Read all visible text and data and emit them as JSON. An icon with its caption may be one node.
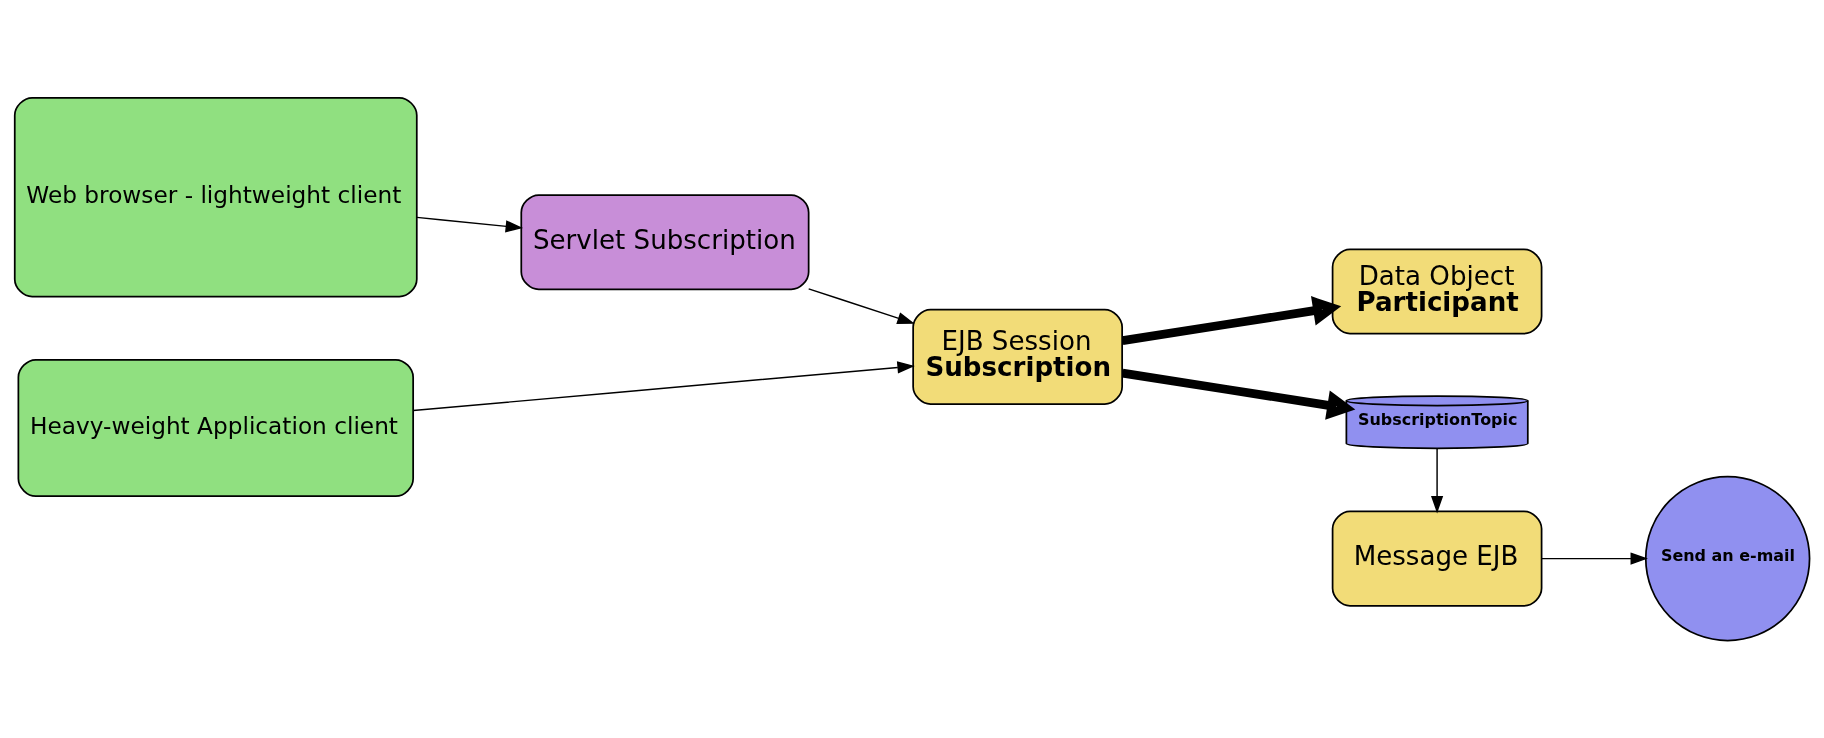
{
  "diagram": {
    "nodes": [
      {
        "text": [
          "Web browser - lightweight client"
        ]
      },
      {
        "text": [
          "Heavy-weight Application client"
        ]
      },
      {
        "text": [
          "Servlet Subscription"
        ]
      },
      {
        "text": [
          "EJB Session",
          "Subscription"
        ]
      },
      {
        "text": [
          "Data Object",
          "Participant"
        ]
      },
      {
        "text": [
          "SubscriptionTopic"
        ]
      },
      {
        "text": [
          "Message EJB"
        ]
      },
      {
        "text": [
          "Send an e-mail"
        ]
      }
    ],
    "edges": [
      {
        "from": 0,
        "to": 2,
        "arrow": "to"
      },
      {
        "from": 2,
        "to": 3,
        "arrow": "to"
      },
      {
        "from": 1,
        "to": 3,
        "arrow": "to"
      },
      {
        "from": 3,
        "to": 4,
        "arrow": "to",
        "style": "thick"
      },
      {
        "from": 3,
        "to": 5,
        "arrow": "to",
        "style": "thick"
      },
      {
        "from": 5,
        "to": 6,
        "arrow": "to"
      },
      {
        "from": 6,
        "to": 7,
        "arrow": "to"
      }
    ]
  }
}
